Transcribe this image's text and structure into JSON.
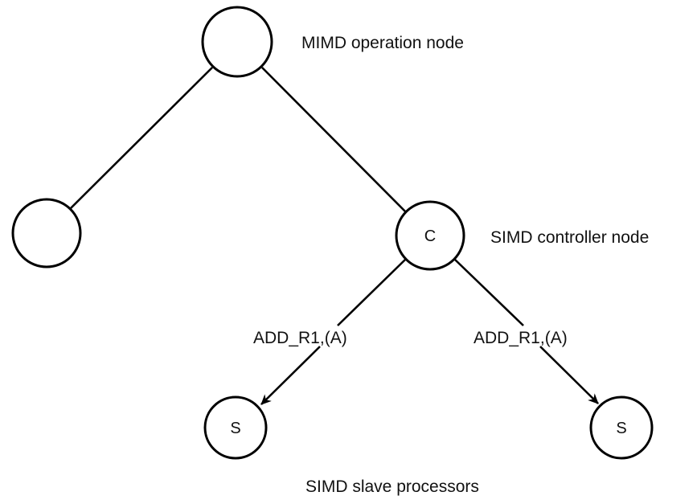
{
  "diagram": {
    "type": "tree",
    "nodes": [
      {
        "id": "root",
        "label": "",
        "role": "MIMD operation node"
      },
      {
        "id": "left",
        "label": "",
        "role": ""
      },
      {
        "id": "controller",
        "label": "C",
        "role": "SIMD controller node"
      },
      {
        "id": "slave1",
        "label": "S",
        "role": "SIMD slave processor"
      },
      {
        "id": "slave2",
        "label": "S",
        "role": "SIMD slave processor"
      }
    ],
    "edges": [
      {
        "from": "root",
        "to": "left",
        "directed": false,
        "label": ""
      },
      {
        "from": "root",
        "to": "controller",
        "directed": false,
        "label": ""
      },
      {
        "from": "controller",
        "to": "slave1",
        "directed": true,
        "label": "ADD_R1,(A)"
      },
      {
        "from": "controller",
        "to": "slave2",
        "directed": true,
        "label": "ADD_R1,(A)"
      }
    ],
    "annotations": {
      "root": "MIMD operation node",
      "controller": "SIMD controller node",
      "slaves": "SIMD slave processors"
    }
  }
}
